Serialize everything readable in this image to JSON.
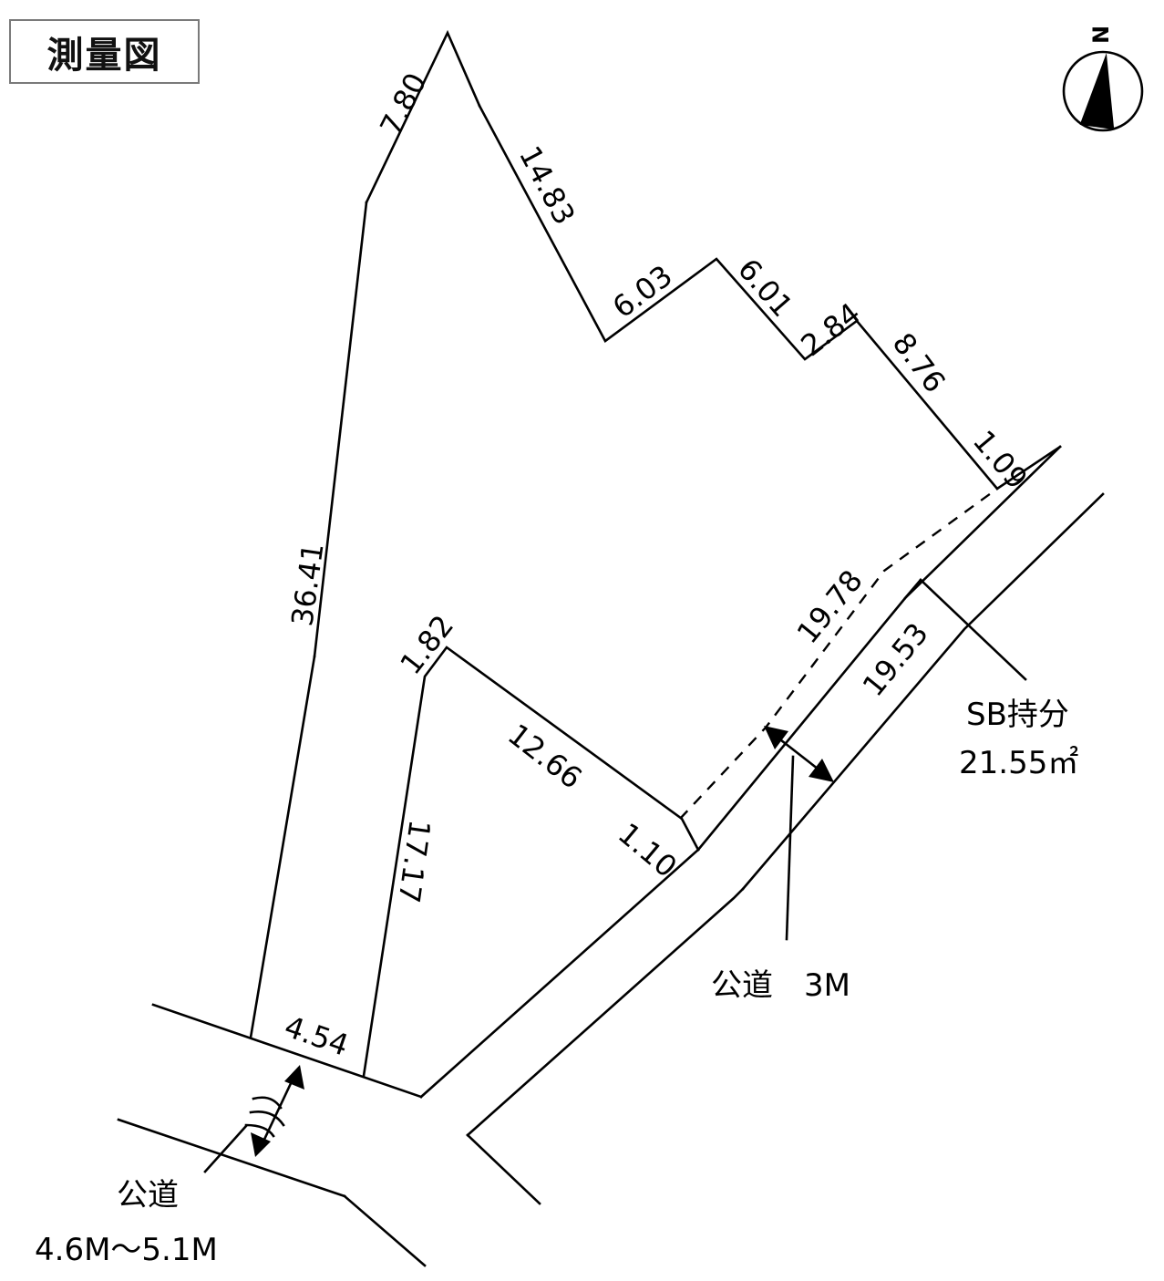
{
  "title": "測量図",
  "compass": {
    "label": "N",
    "icon": "north-arrow-icon"
  },
  "dimensions": {
    "d_7_80": "7.80",
    "d_14_83": "14.83",
    "d_6_03": "6.03",
    "d_6_01": "6.01",
    "d_2_84": "2.84",
    "d_8_76": "8.76",
    "d_1_09": "1.09",
    "d_36_41": "36.41",
    "d_1_82": "1.82",
    "d_12_66": "12.66",
    "d_1_10": "1.10",
    "d_17_17": "17.17",
    "d_19_78": "19.78",
    "d_19_53": "19.53",
    "d_4_54": "4.54"
  },
  "labels": {
    "sb_line1": "SB持分",
    "sb_line2": "21.55㎡",
    "road_right": "公道　3M",
    "road_bottom_line1": "公道",
    "road_bottom_line2": "4.6M～5.1M"
  }
}
